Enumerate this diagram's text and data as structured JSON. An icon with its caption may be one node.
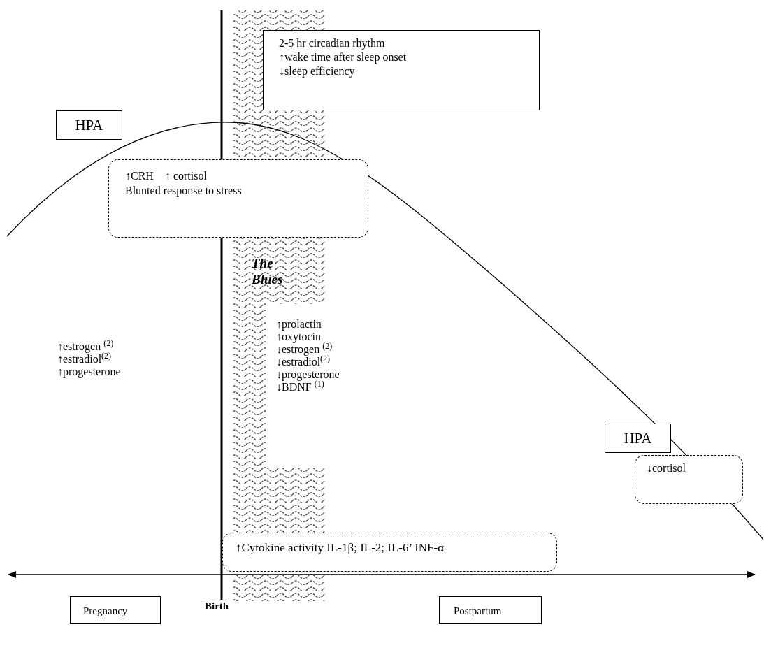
{
  "diagram": {
    "nodes": [
      {
        "text": [
          "2-5 hr circadian rhythm",
          "↑wake time after sleep onset",
          "↓sleep efficiency"
        ]
      },
      {
        "text": [
          "HPA"
        ]
      },
      {
        "text": [
          "↑CRH    ↑ cortisol",
          "Blunted response to stress"
        ]
      },
      {
        "text": [
          "HPA"
        ]
      },
      {
        "text": [
          "↓cortisol"
        ]
      },
      {
        "text": [
          "↑Cytokine activity IL-1β; IL-2; IL-6’ INF-α"
        ]
      },
      {
        "text": [
          "Pregnancy"
        ]
      },
      {
        "text": [
          "Postpartum"
        ]
      }
    ],
    "labels": [
      "The Blues",
      "↑prolactin",
      "↑oxytocin",
      "↓estrogen $^{(2)}$",
      "↓estradiol$^{(2)}$",
      "↓progesterone",
      "↓BDNF $^{(1)}$",
      "↑estrogen $^{(2)}$",
      "↑estradiol$^{(2)}$",
      "↑progesterone",
      "Birth"
    ]
  }
}
